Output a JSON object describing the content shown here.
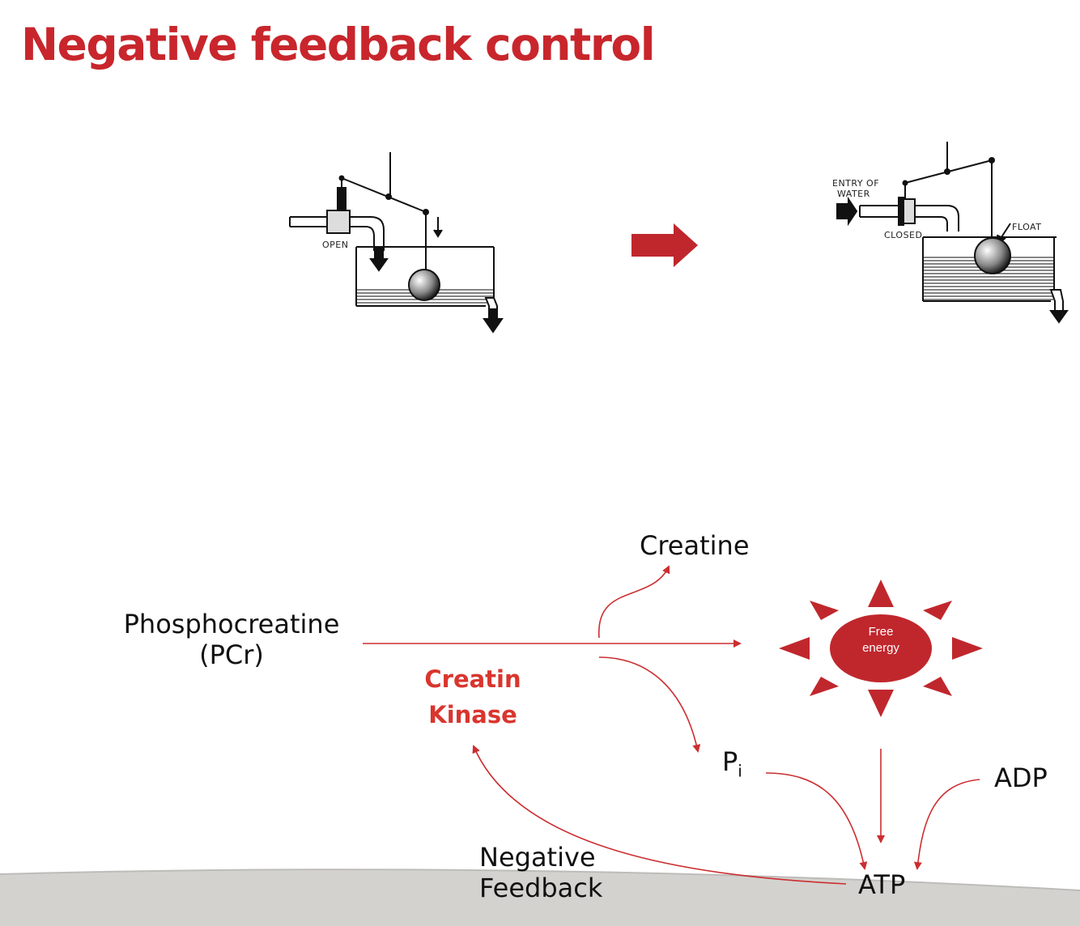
{
  "title": "Negative feedback control",
  "tank_open": {
    "open_label": "OPEN"
  },
  "tank_closed": {
    "entry_label_1": "ENTRY OF",
    "entry_label_2": "WATER",
    "closed_label": "CLOSED",
    "float_label": "FLOAT"
  },
  "pathway": {
    "substrate_line1": "Phosphocreatine",
    "substrate_line2": "(PCr)",
    "creatine": "Creatine",
    "free_energy_line1": "Free",
    "free_energy_line2": "energy",
    "enzyme_line1": "Creatin",
    "enzyme_line2": "Kinase",
    "pi": "P",
    "pi_subscript": "i",
    "adp": "ADP",
    "atp": "ATP",
    "feedback_line1": "Negative",
    "feedback_line2": "Feedback"
  },
  "colors": {
    "title": "#c8262c",
    "accent": "#c0272d",
    "enzyme": "#d9352e",
    "arrow": "#cc2e30"
  }
}
